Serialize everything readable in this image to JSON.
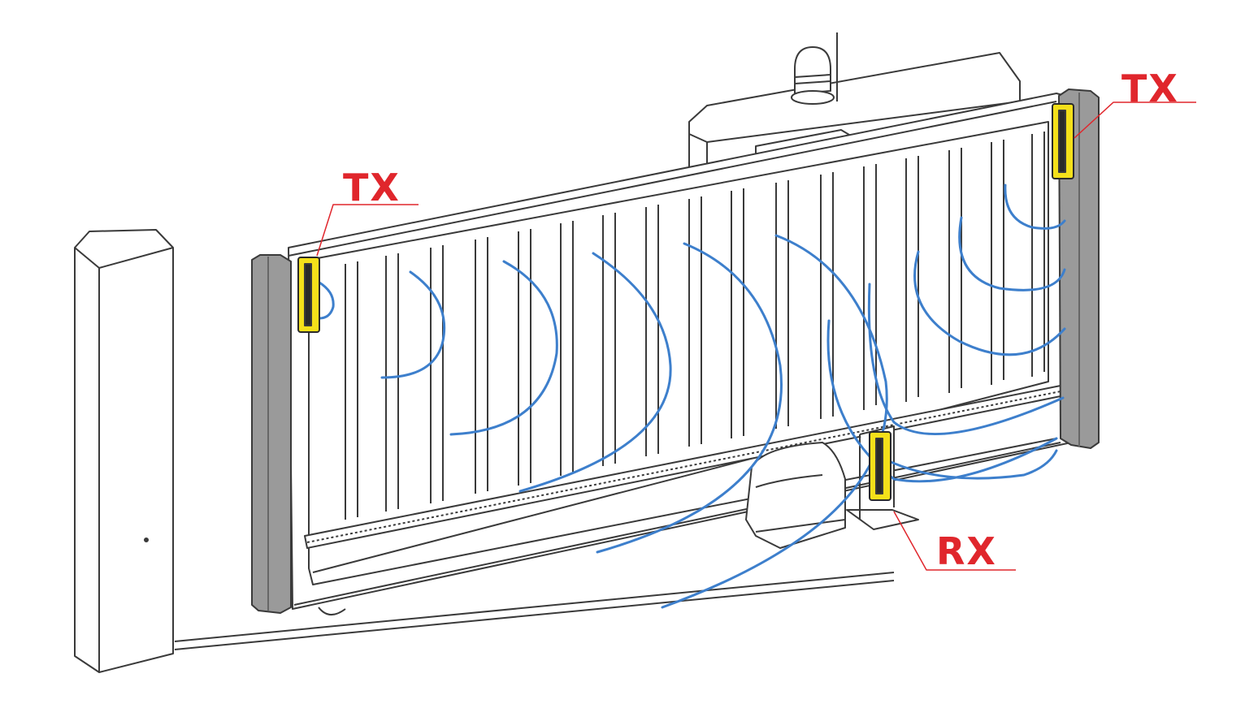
{
  "labels": {
    "tx_left": "TX",
    "tx_right": "TX",
    "rx": "RX"
  },
  "colors": {
    "line": "#3a3a3a",
    "wave": "#3d7fcc",
    "label": "#e0262c",
    "sensor": "#f4e01a",
    "sensor_dark": "#2a2a2a",
    "edge_strip": "#8a8a8a"
  },
  "icons": {
    "beacon": "warning-lamp-icon",
    "motor": "gate-motor-icon"
  }
}
